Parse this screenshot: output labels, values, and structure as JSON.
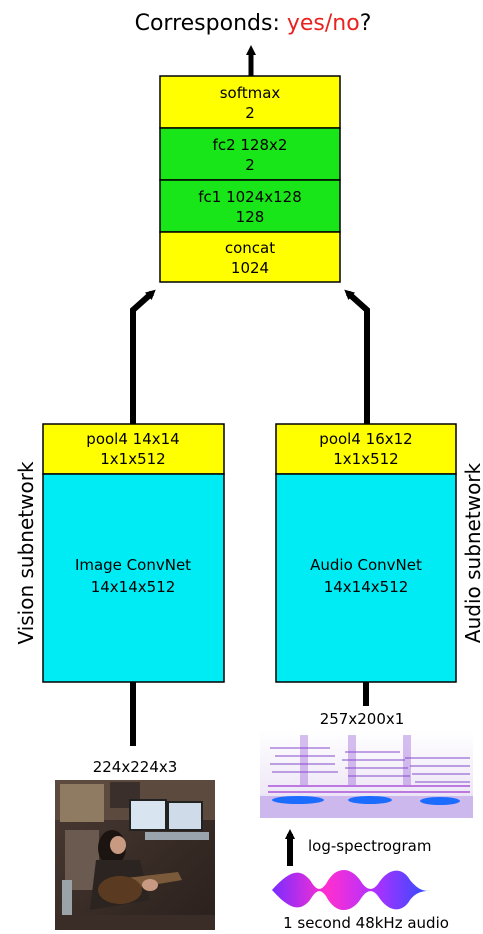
{
  "title": {
    "prefix": "Corresponds: ",
    "answer": "yes/no",
    "suffix": "?",
    "answer_color": "#e8231f"
  },
  "colors": {
    "yellow": "#ffff00",
    "green": "#19e619",
    "cyan": "#00ecf4",
    "arrow": "#000000"
  },
  "fusion_stack": [
    {
      "line1": "softmax",
      "line2": "2",
      "color": "yellow"
    },
    {
      "line1": "fc2 128x2",
      "line2": "2",
      "color": "green"
    },
    {
      "line1": "fc1 1024x128",
      "line2": "128",
      "color": "green"
    },
    {
      "line1": "concat",
      "line2": "1024",
      "color": "yellow"
    }
  ],
  "vision": {
    "side_label": "Vision subnetwork",
    "pool": {
      "line1": "pool4 14x14",
      "line2": "1x1x512"
    },
    "convnet": {
      "line1": "Image ConvNet",
      "line2": "14x14x512"
    },
    "input_size": "224x224x3",
    "input_icon": "guitar-player-photo"
  },
  "audio": {
    "side_label": "Audio subnetwork",
    "pool": {
      "line1": "pool4 16x12",
      "line2": "1x1x512"
    },
    "convnet": {
      "line1": "Audio ConvNet",
      "line2": "14x14x512"
    },
    "input_size": "257x200x1",
    "spectrogram_icon": "spectrogram-image",
    "transform_label": "log-spectrogram",
    "waveform_icon": "audio-waveform",
    "waveform_label": "1 second 48kHz audio"
  }
}
